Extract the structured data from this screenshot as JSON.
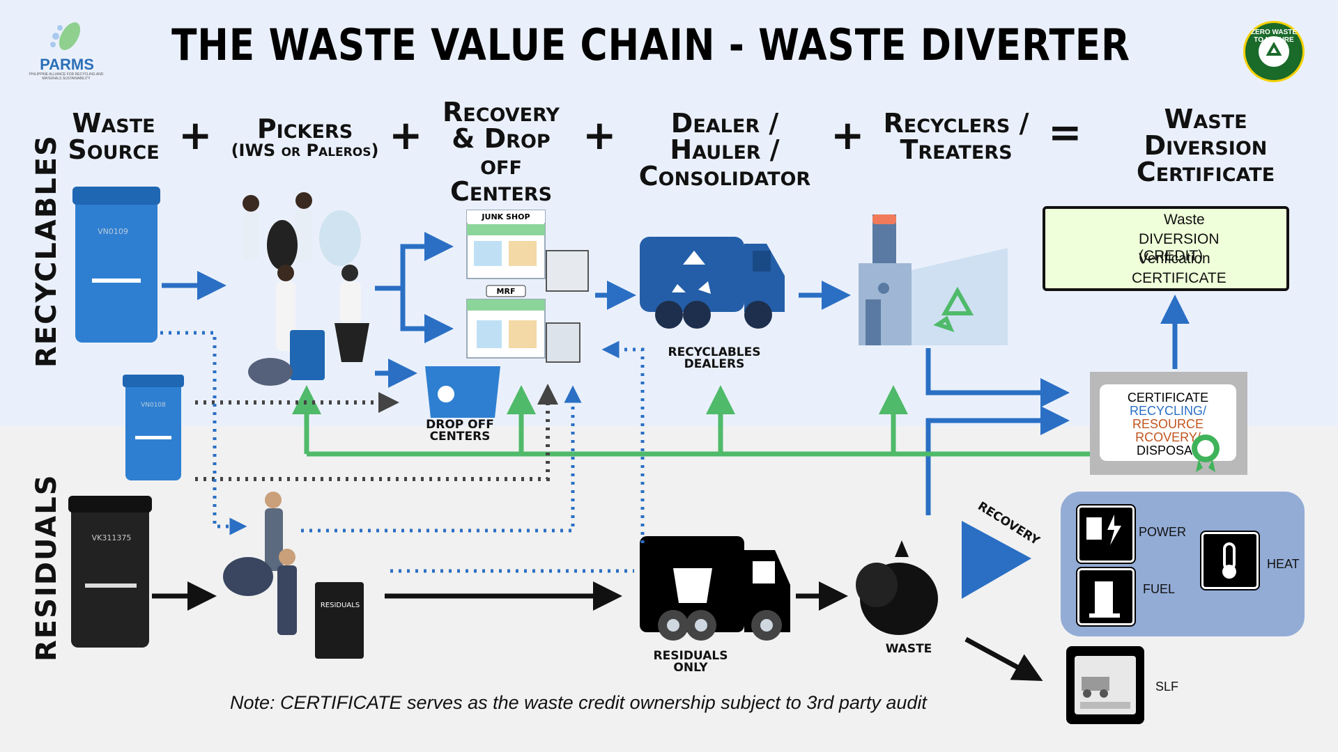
{
  "title": "THE WASTE VALUE CHAIN - WASTE DIVERTER",
  "logo": {
    "name": "PARMS",
    "tagline": "PHILIPPINE ALLIANCE FOR RECYCLING AND MATERIALS SUSTAINABILITY"
  },
  "badge": {
    "text": "ZERO WASTE TO NATURE"
  },
  "stages": [
    {
      "main": "Waste Source",
      "sub": ""
    },
    {
      "main": "Pickers",
      "sub": "(IWS or Paleros)"
    },
    {
      "main": "Recovery & Drop off Centers",
      "sub": ""
    },
    {
      "main": "Dealer / Hauler / Consolidator",
      "sub": ""
    },
    {
      "main": "Recyclers / Treaters",
      "sub": ""
    },
    {
      "main": "Waste Diversion Certificate",
      "sub": ""
    }
  ],
  "operators": {
    "plus": "+",
    "equals": "="
  },
  "side_labels": {
    "recyclables": "RECYCLABLES",
    "residuals": "RESIDUALS"
  },
  "bins": {
    "blue_bin_1": "VN0109",
    "blue_bin_2": "VN0108",
    "black_bin": "VK311375"
  },
  "facilities": {
    "junk_shop": "JUNK SHOP",
    "mrf": "MRF",
    "residuals_bin": "RESIDUALS"
  },
  "labels": {
    "drop_off": "DROP OFF CENTERS",
    "recyclables_dealers": "RECYCLABLES DEALERS",
    "residuals_only": "RESIDUALS ONLY",
    "waste": "WASTE",
    "recovery": "RECOVERY"
  },
  "certificate_main": {
    "lines": [
      "Waste",
      "DIVERSION (CREDIT)",
      "Verification",
      "CERTIFICATE"
    ]
  },
  "certificate_small": {
    "title": "CERTIFICATE",
    "recycling": "RECYCLING/",
    "resource": "RESOURCE",
    "recovery": "RCOVERY/",
    "disposal": "DISPOSAL"
  },
  "energy": {
    "power": "POWER",
    "heat": "HEAT",
    "fuel": "FUEL"
  },
  "slf": "SLF",
  "note": "Note: CERTIFICATE serves as the waste credit ownership subject to 3rd party audit",
  "colors": {
    "blue": "#2a6fc4",
    "green": "#4fba6a",
    "black": "#111111",
    "dotted_gray": "#444444",
    "energy_panel": "#93acd6"
  }
}
